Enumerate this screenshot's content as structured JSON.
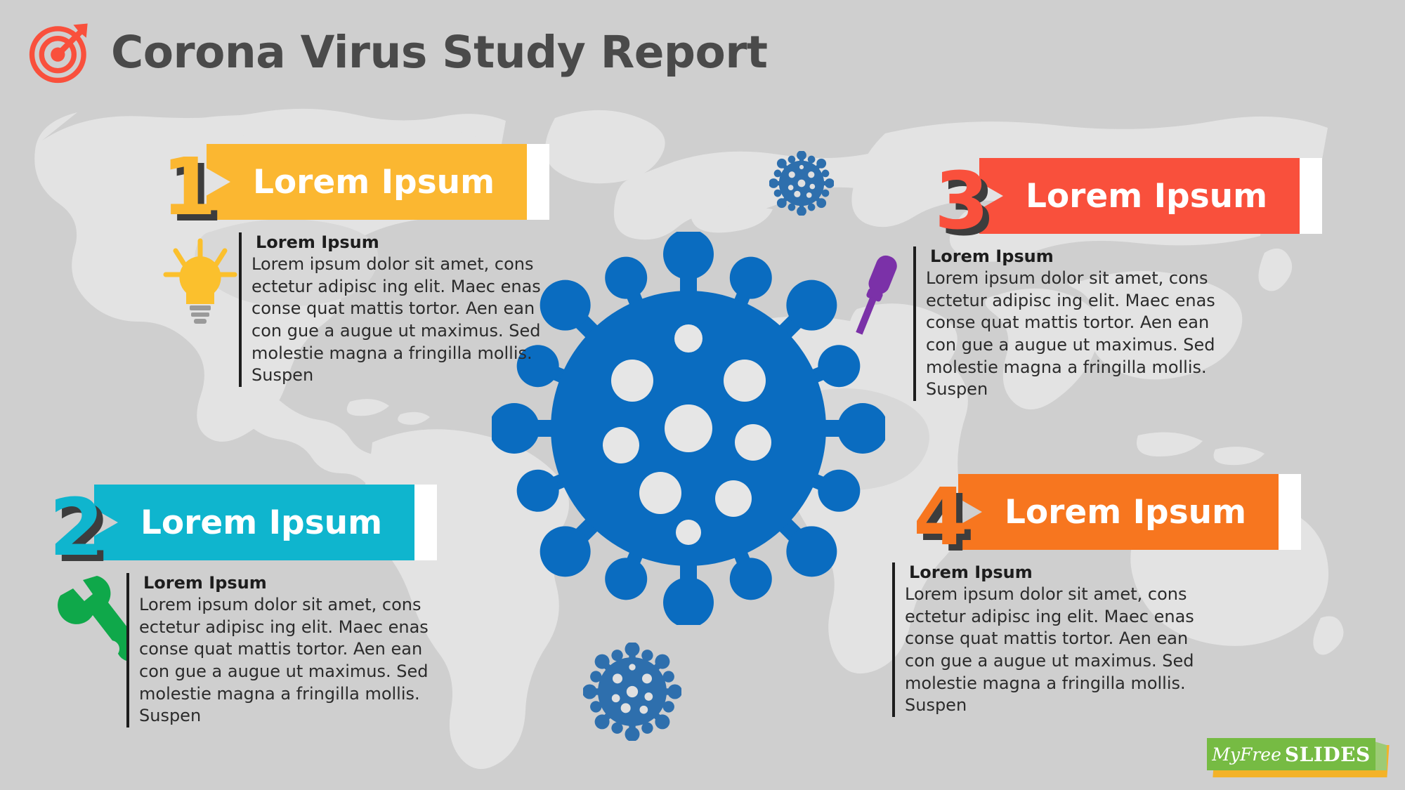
{
  "header": {
    "title": "Corona Virus Study Report",
    "icon": "target-arrow-icon"
  },
  "theme": {
    "background": "#cfcfcf",
    "map_land": "#e3e3e3",
    "virus_blue": "#0a6cc0",
    "title_color": "#4a4a4a",
    "shadow": "#3d3d3d"
  },
  "sections": [
    {
      "number": "1",
      "color": "#fbb731",
      "banner_label": "Lorem Ipsum",
      "icon": "lightbulb-icon",
      "icon_color": "#fbc02d",
      "copy_heading": "Lorem Ipsum",
      "copy_body": "Lorem ipsum dolor sit amet, cons ectetur adipisc ing elit. Maec enas conse quat mattis tortor. Aen ean con gue a augue ut maximus. Sed molestie magna a fringilla mollis. Suspen"
    },
    {
      "number": "2",
      "color": "#0fb5ce",
      "banner_label": "Lorem Ipsum",
      "icon": "wrench-icon",
      "icon_color": "#0fa84a",
      "copy_heading": "Lorem Ipsum",
      "copy_body": "Lorem ipsum dolor sit amet, cons ectetur adipisc ing elit. Maec enas conse quat mattis tortor. Aen ean con gue a augue ut maximus. Sed molestie magna a fringilla mollis. Suspen"
    },
    {
      "number": "3",
      "color": "#f9503c",
      "banner_label": "Lorem Ipsum",
      "icon": "screwdriver-icon",
      "icon_color": "#7b31a8",
      "copy_heading": "Lorem Ipsum",
      "copy_body": "Lorem ipsum dolor sit amet, cons ectetur adipisc ing elit. Maec enas conse quat mattis tortor. Aen ean con gue a augue ut maximus. Sed molestie magna a fringilla mollis. Suspen"
    },
    {
      "number": "4",
      "color": "#f7761f",
      "banner_label": "Lorem Ipsum",
      "icon": "screwdriver-icon",
      "icon_color": "#f7761f",
      "copy_heading": "Lorem Ipsum",
      "copy_body": "Lorem ipsum dolor sit amet, cons ectetur adipisc ing elit. Maec enas conse quat mattis tortor. Aen ean con gue a augue ut maximus. Sed molestie magna a fringilla mollis. Suspen"
    }
  ],
  "footer": {
    "logo_my": "MyFree",
    "logo_slides": "SLIDES"
  }
}
